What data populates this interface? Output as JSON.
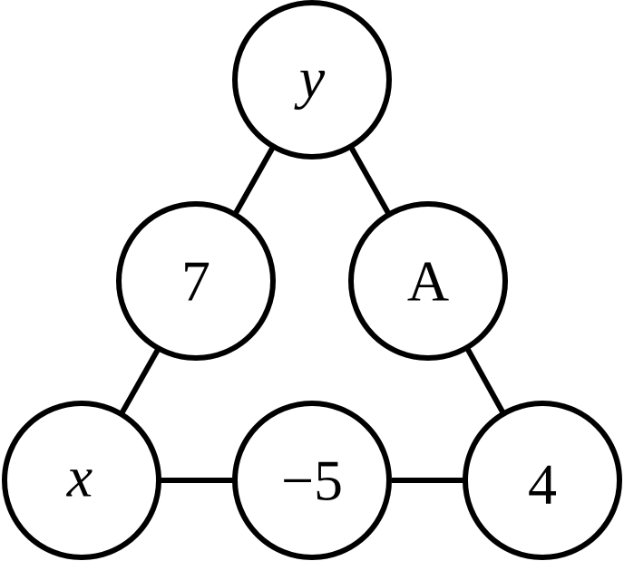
{
  "diagram": {
    "nodes": {
      "top": {
        "label": "y"
      },
      "left_mid": {
        "label": "7"
      },
      "right_mid": {
        "label": "A"
      },
      "bottom_left": {
        "label": "x"
      },
      "bottom_mid": {
        "label": "−5"
      },
      "bottom_right": {
        "label": "4"
      }
    },
    "edges": [
      [
        "top",
        "left_mid"
      ],
      [
        "top",
        "right_mid"
      ],
      [
        "left_mid",
        "bottom_left"
      ],
      [
        "right_mid",
        "bottom_right"
      ],
      [
        "bottom_left",
        "bottom_mid"
      ],
      [
        "bottom_mid",
        "bottom_right"
      ]
    ]
  }
}
